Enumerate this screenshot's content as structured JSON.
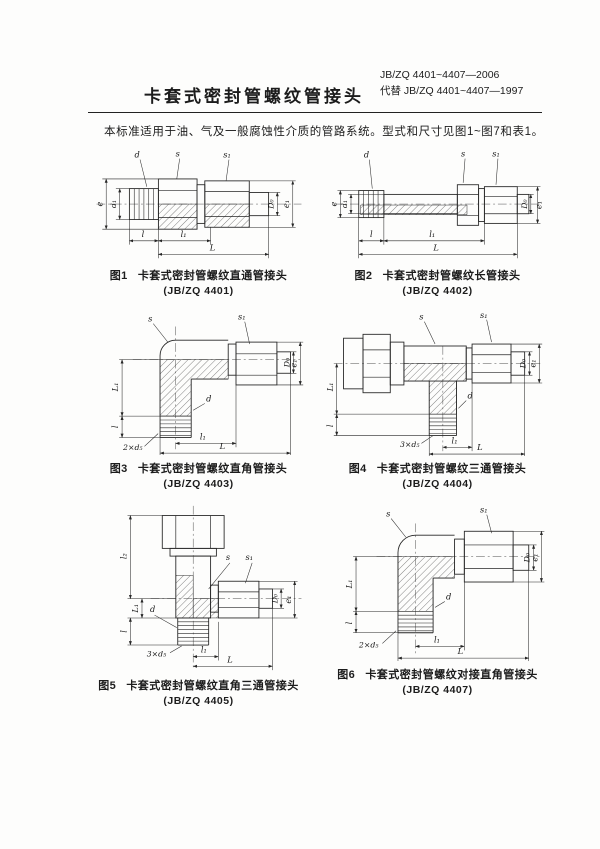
{
  "page": {
    "background": "#fdfdfc",
    "ink": "#1c1c1c"
  },
  "header": {
    "title": "卡套式密封管螺纹管接头",
    "std_code": "JB/ZQ 4401~4407—2006",
    "std_replaces": "代替 JB/ZQ 4401~4407—1997"
  },
  "intro": "本标准适用于油、气及一般腐蚀性介质的管路系统。型式和尺寸见图1~图7和表1。",
  "figures": [
    {
      "num": "图1",
      "title": "卡套式密封管螺纹直通管接头",
      "code": "(JB/ZQ 4401)",
      "labels": {
        "d": "d",
        "s": "s",
        "s1": "s₁",
        "e": "e",
        "d1": "d₁",
        "D0": "D₀",
        "e1": "e₁",
        "l": "l",
        "l1": "l₁",
        "L": "L"
      }
    },
    {
      "num": "图2",
      "title": "卡套式密封管螺纹长管接头",
      "code": "(JB/ZQ 4402)",
      "labels": {
        "d": "d",
        "s": "s",
        "s1": "s₁",
        "e": "e",
        "d1": "d₁",
        "D0": "D₀",
        "e1": "e₁",
        "l": "l",
        "l1": "l₁",
        "L": "L"
      }
    },
    {
      "num": "图3",
      "title": "卡套式密封管螺纹直角管接头",
      "code": "(JB/ZQ 4403)",
      "labels": {
        "s": "s",
        "s1": "s₁",
        "D0": "D₀",
        "e1": "e₁",
        "L1": "L₁",
        "l": "l",
        "dx": "2×d₅",
        "d": "d",
        "l1": "l₁",
        "L": "L"
      }
    },
    {
      "num": "图4",
      "title": "卡套式密封管螺纹三通管接头",
      "code": "(JB/ZQ 4404)",
      "labels": {
        "s": "s",
        "s1": "s₁",
        "D0": "D₀",
        "e1": "e₁",
        "L1": "L₁",
        "l": "l",
        "dx": "3×d₅",
        "d": "d",
        "l1": "l₁",
        "L": "L"
      }
    },
    {
      "num": "图5",
      "title": "卡套式密封管螺纹直角三通管接头",
      "code": "(JB/ZQ 4405)",
      "labels": {
        "s": "s",
        "s1": "s₁",
        "D0": "D₀",
        "e1": "e₁",
        "l2": "l₂",
        "L1": "L₁",
        "l": "l",
        "dx": "3×d₅",
        "d": "d",
        "l1": "l₁",
        "L": "L"
      }
    },
    {
      "num": "图6",
      "title": "卡套式密封管螺纹对接直角管接头",
      "code": "(JB/ZQ 4407)",
      "labels": {
        "s": "s",
        "s1": "s₁",
        "D0": "D₀",
        "e1": "e₁",
        "L1": "L₁",
        "l": "l",
        "dx": "2×d₅",
        "d": "d",
        "l1": "l₁",
        "L": "L"
      }
    }
  ]
}
